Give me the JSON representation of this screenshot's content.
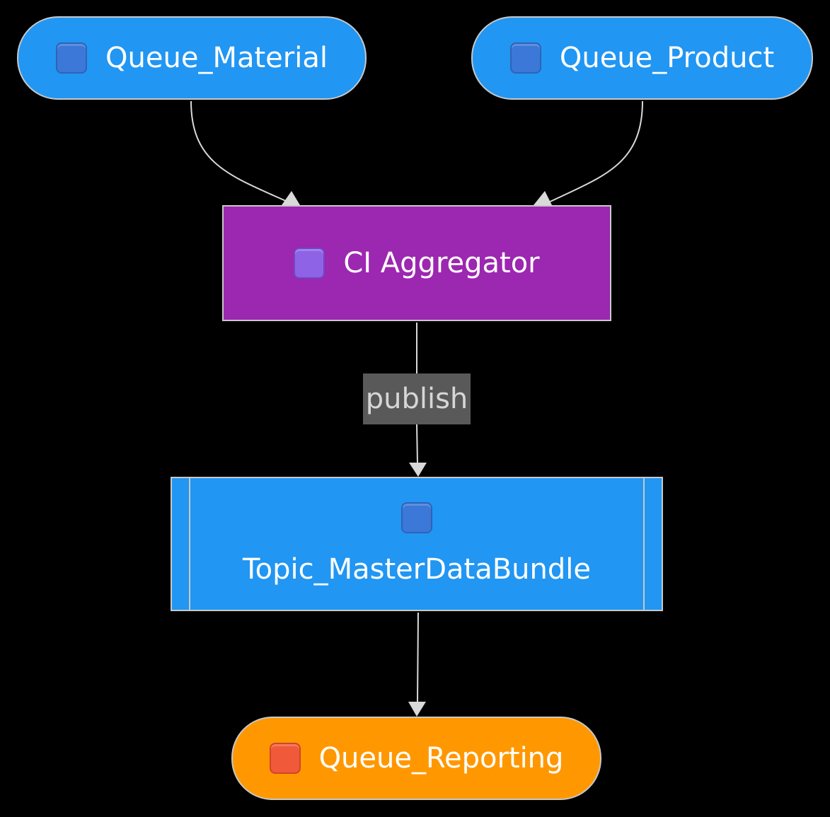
{
  "nodes": {
    "queue_material": {
      "label": "Queue_Material",
      "icon": "blue-square-icon"
    },
    "queue_product": {
      "label": "Queue_Product",
      "icon": "blue-square-icon"
    },
    "ci_aggregator": {
      "label": "CI Aggregator",
      "icon": "purple-square-icon"
    },
    "topic_master_data_bundle": {
      "label": "Topic_MasterDataBundle",
      "icon": "blue-square-icon"
    },
    "queue_reporting": {
      "label": "Queue_Reporting",
      "icon": "orange-square-icon"
    }
  },
  "edges": [
    {
      "from": "Queue_Material",
      "to": "CI Aggregator",
      "label": ""
    },
    {
      "from": "Queue_Product",
      "to": "CI Aggregator",
      "label": ""
    },
    {
      "from": "CI Aggregator",
      "to": "Topic_MasterDataBundle",
      "label": "publish"
    },
    {
      "from": "Topic_MasterDataBundle",
      "to": "Queue_Reporting",
      "label": ""
    }
  ],
  "colors": {
    "background": "#000000",
    "queue_fill": "#2196f3",
    "aggregator_fill": "#9c27b0",
    "reporting_fill": "#ff9800",
    "edge_stroke": "#d9d9d9",
    "edge_label_bg": "#595959"
  }
}
